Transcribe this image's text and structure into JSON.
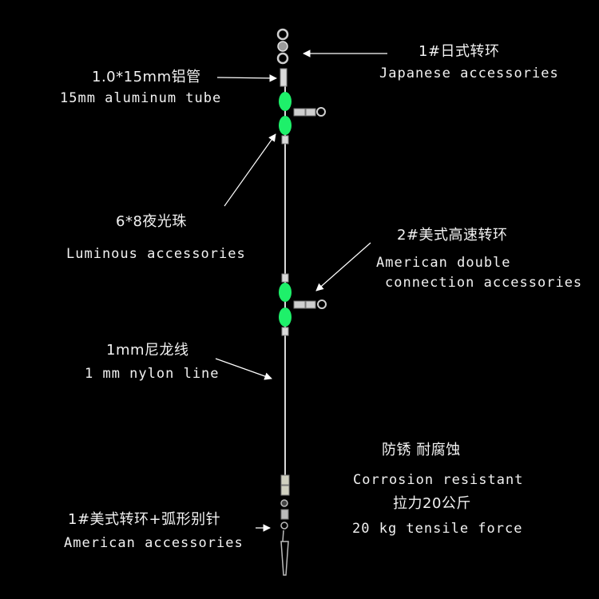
{
  "colors": {
    "background": "#000000",
    "text": "#f2f2f2",
    "bead": "#1ef06a",
    "metal": "#c8c8c8",
    "line": "#d8d8d8"
  },
  "labels": {
    "japanese_swivel": {
      "cn": "1#日式转环",
      "en": "Japanese accessories"
    },
    "aluminum_tube": {
      "cn": "1.0*15mm铝管",
      "en": "15mm aluminum tube"
    },
    "luminous_bead": {
      "cn": "6*8夜光珠",
      "en": "Luminous accessories"
    },
    "american_swivel": {
      "cn": "2#美式高速转环",
      "en_line1": "American double",
      "en_line2": "connection accessories"
    },
    "nylon_line": {
      "cn": "1mm尼龙线",
      "en": "1 mm nylon line"
    },
    "features": {
      "cn1": "防锈 耐腐蚀",
      "en1": "Corrosion resistant",
      "cn2": "拉力20公斤",
      "en2": "20 kg tensile force"
    },
    "snap": {
      "cn": "1#美式转环+弧形别针",
      "en": "American accessories"
    }
  }
}
